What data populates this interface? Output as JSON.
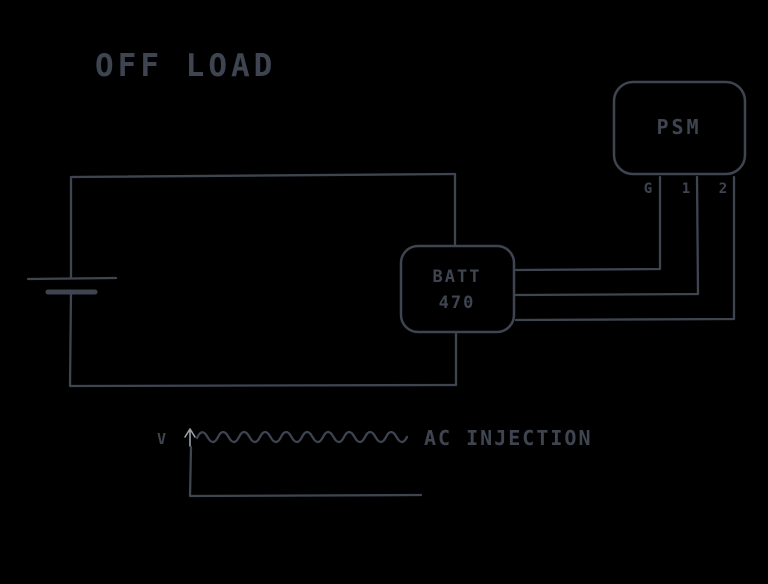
{
  "colors": {
    "bg": "#000000",
    "ink": "#3e4551",
    "arrow": "#9aa0a8"
  },
  "title": "OFF LOAD",
  "psm": {
    "label": "PSM",
    "terminals": [
      "G",
      "1",
      "2"
    ]
  },
  "batt": {
    "name": "BATT",
    "value": "470"
  },
  "ac": {
    "voltage_label": "V",
    "label": "AC INJECTION"
  }
}
